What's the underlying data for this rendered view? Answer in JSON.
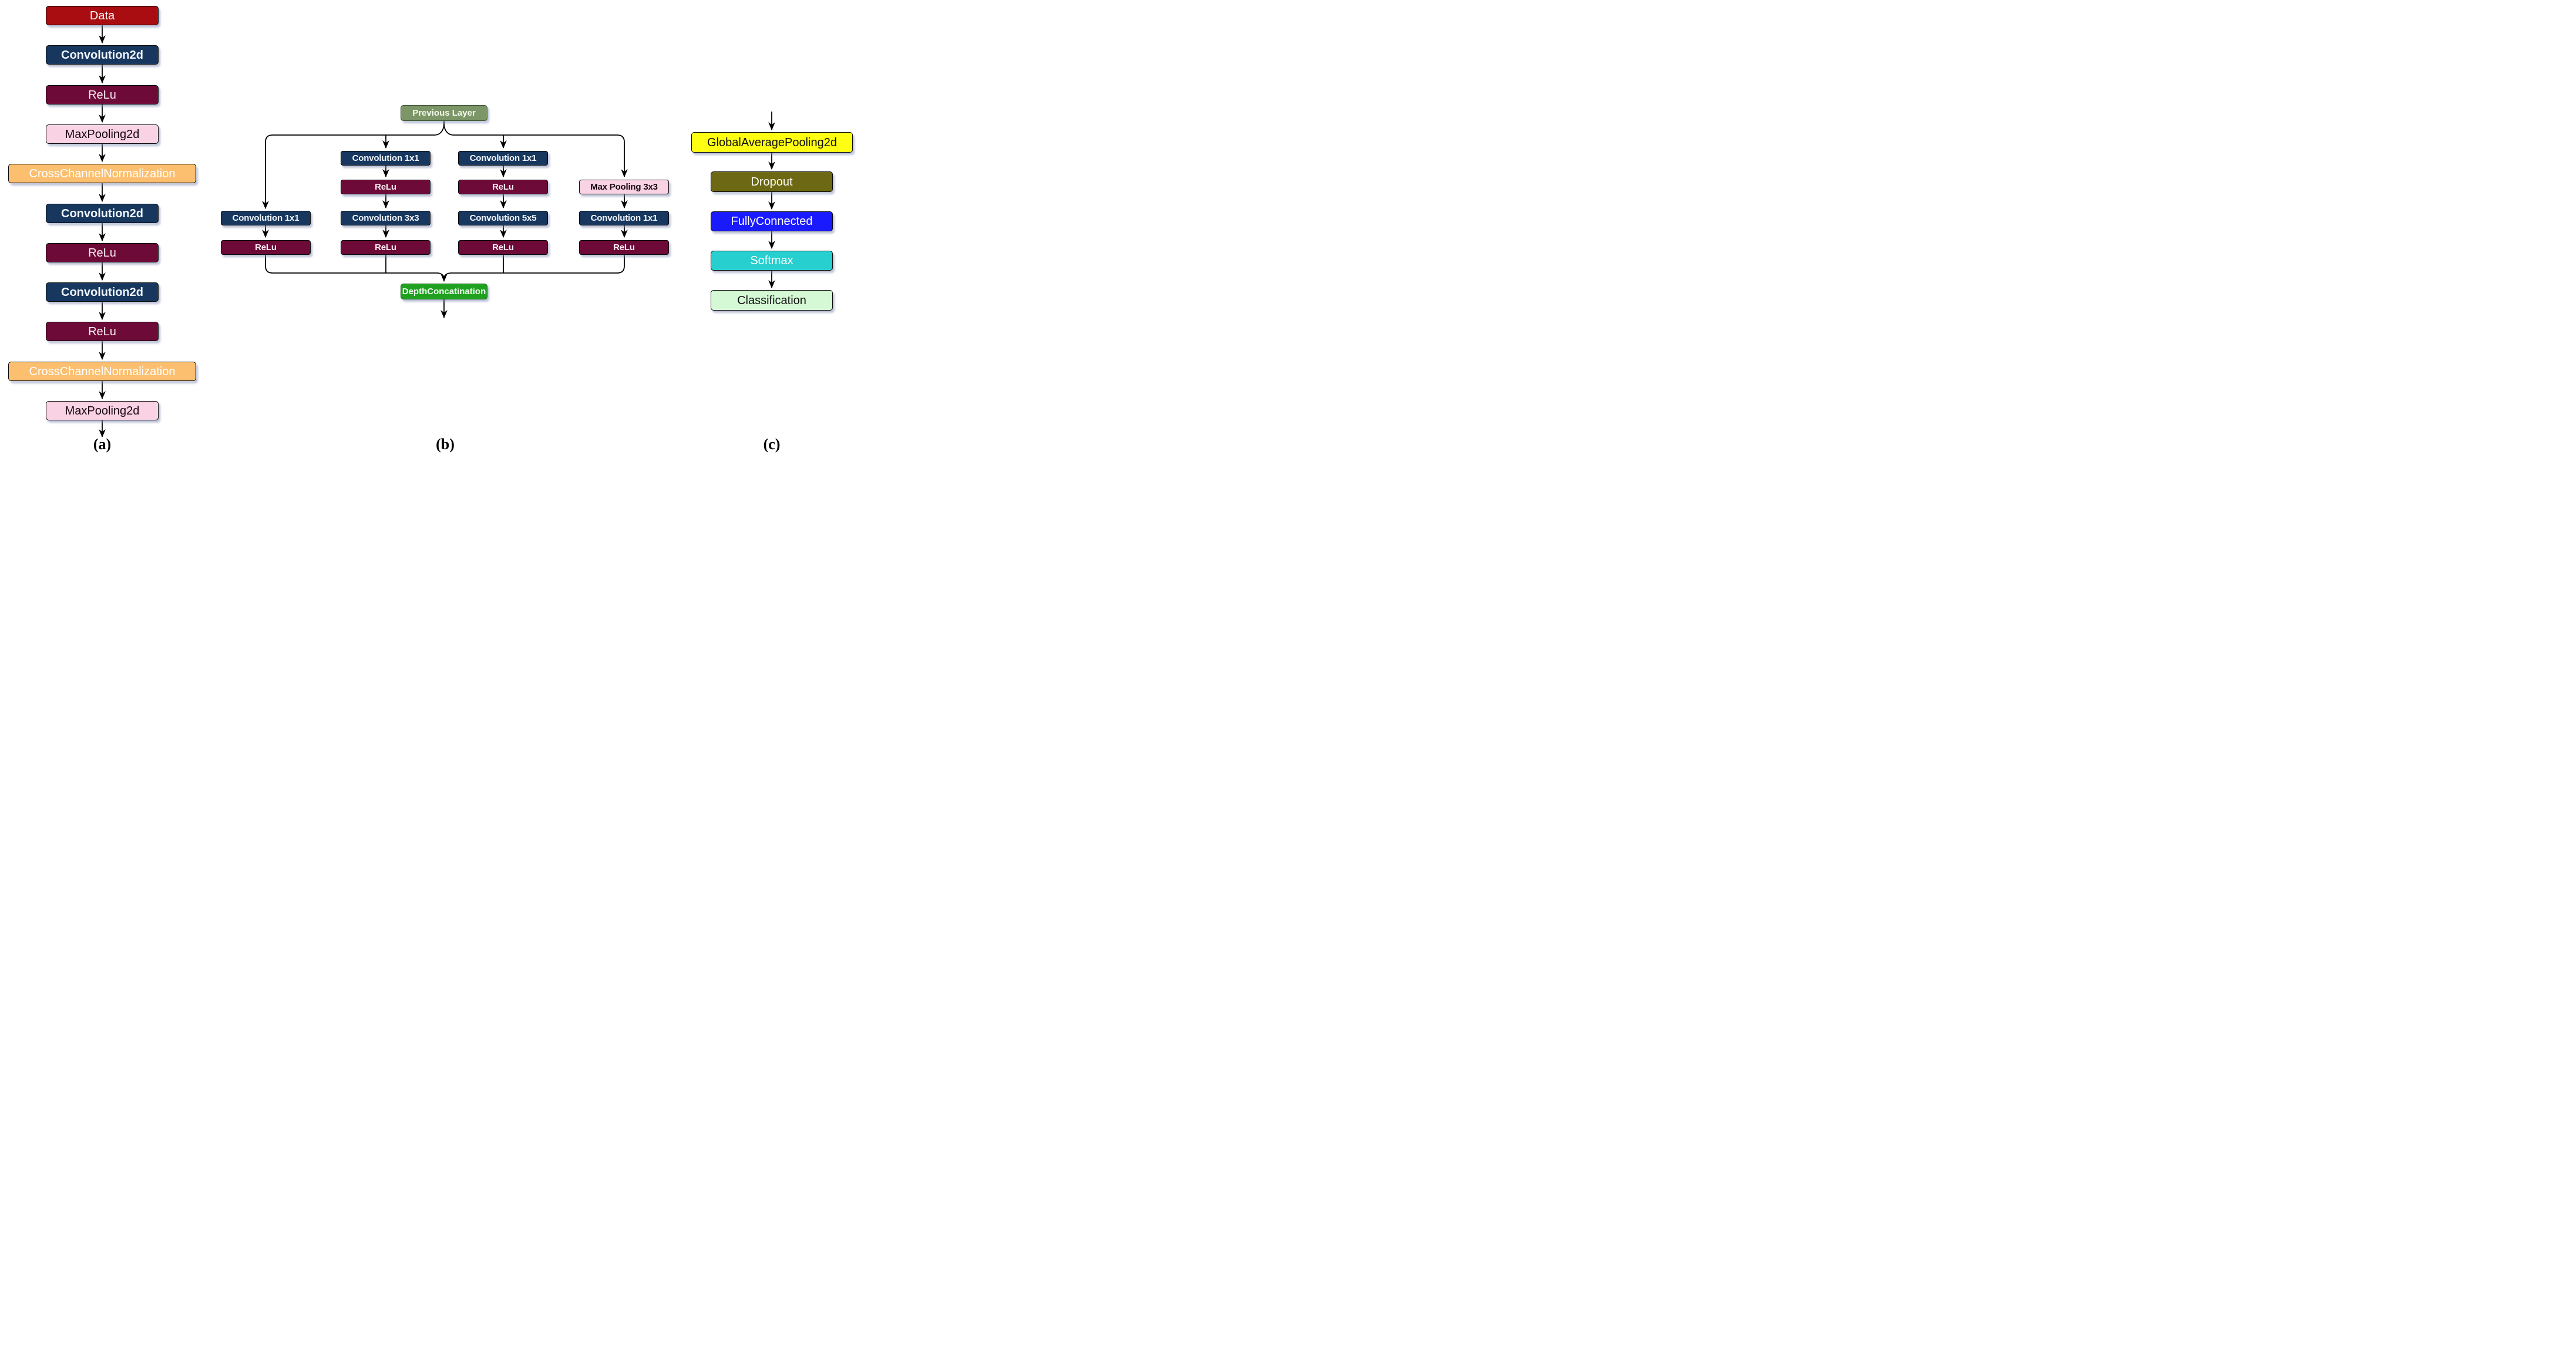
{
  "palette": {
    "data_red": "#A90D11",
    "conv_navy": "#17375E",
    "relu_maroon": "#6E0A38",
    "pool_pink": "#F9D2E4",
    "norm_orange": "#FBBF6F",
    "previous_layer_sage": "#7D9667",
    "concat_green": "#1FA11F",
    "gap_yellow": "#FEFE13",
    "dropout_olive": "#6D6813",
    "fully_connected_blue": "#1A1AFE",
    "softmax_cyan": "#27CFCF",
    "classification_mint": "#D5F8D5",
    "edge_black": "#000000"
  },
  "panel_a": {
    "label": "(a)",
    "nodes": [
      "Data",
      "Convolution2d",
      "ReLu",
      "MaxPooling2d",
      "CrossChannelNormalization",
      "Convolution2d",
      "ReLu",
      "Convolution2d",
      "ReLu",
      "CrossChannelNormalization",
      "MaxPooling2d"
    ]
  },
  "panel_b": {
    "label": "(b)",
    "previous_layer": "Previous Layer",
    "branch1": {
      "conv": "Convolution 1x1",
      "relu": "ReLu"
    },
    "branch2": {
      "conv1": "Convolution 1x1",
      "relu1": "ReLu",
      "conv2": "Convolution 3x3",
      "relu2": "ReLu"
    },
    "branch3": {
      "conv1": "Convolution 1x1",
      "relu1": "ReLu",
      "conv2": "Convolution 5x5",
      "relu2": "ReLu"
    },
    "branch4": {
      "pool": "Max Pooling 3x3",
      "conv": "Convolution 1x1",
      "relu": "ReLu"
    },
    "merge": "DepthConcatination"
  },
  "panel_c": {
    "label": "(c)",
    "nodes": [
      "GlobalAveragePooling2d",
      "Dropout",
      "FullyConnected",
      "Softmax",
      "Classification"
    ]
  }
}
